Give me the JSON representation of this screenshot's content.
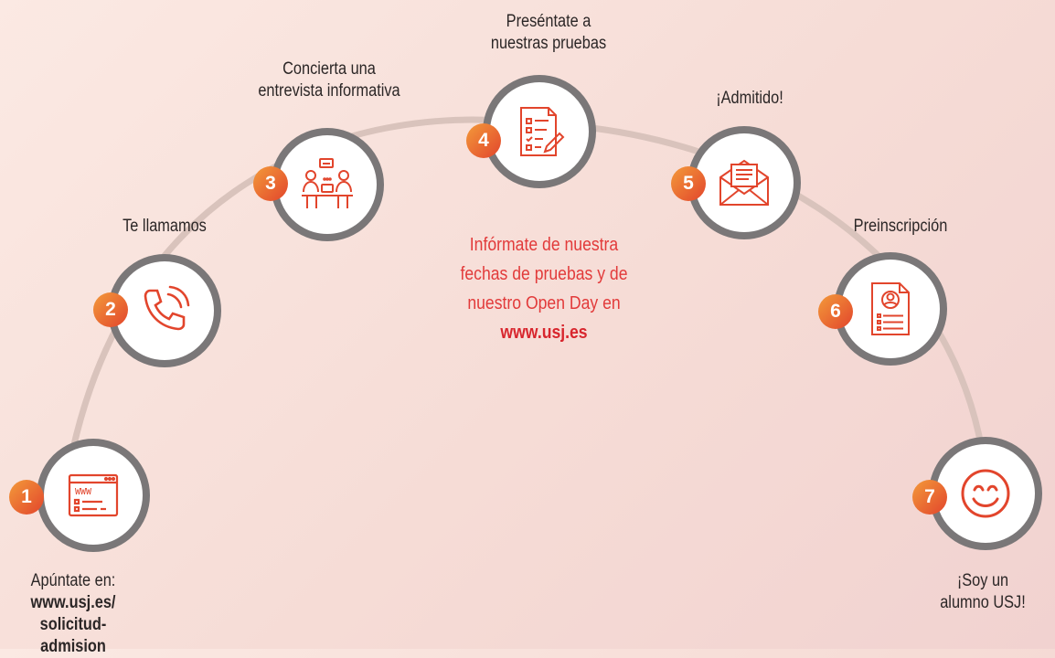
{
  "steps": [
    {
      "number": "1",
      "icon": "web-browser-icon",
      "label": "Apúntate en:",
      "label_bold": "www.usj.es/",
      "label_bold2": "solicitud-admision"
    },
    {
      "number": "2",
      "icon": "phone-call-icon",
      "label": "Te llamamos"
    },
    {
      "number": "3",
      "icon": "interview-meeting-icon",
      "label_line1": "Concierta una",
      "label_line2": "entrevista informativa"
    },
    {
      "number": "4",
      "icon": "test-checklist-icon",
      "label_line1": "Preséntate a",
      "label_line2": "nuestras pruebas"
    },
    {
      "number": "5",
      "icon": "envelope-letter-icon",
      "label": "¡Admitido!"
    },
    {
      "number": "6",
      "icon": "resume-document-icon",
      "label": "Preinscripción"
    },
    {
      "number": "7",
      "icon": "smiley-face-icon",
      "label_line1": "¡Soy un",
      "label_line2": "alumno USJ!"
    }
  ],
  "center": {
    "line1": "Infórmate de nuestra",
    "line2": "fechas de pruebas y de",
    "line3": "nuestro Open Day en",
    "link": "www.usj.es"
  },
  "colors": {
    "accent": "#e2452c",
    "accent_light": "#f39a3a",
    "ring": "#7a7778",
    "arc": "#d7bfb8",
    "center_text": "#e23a3a"
  }
}
